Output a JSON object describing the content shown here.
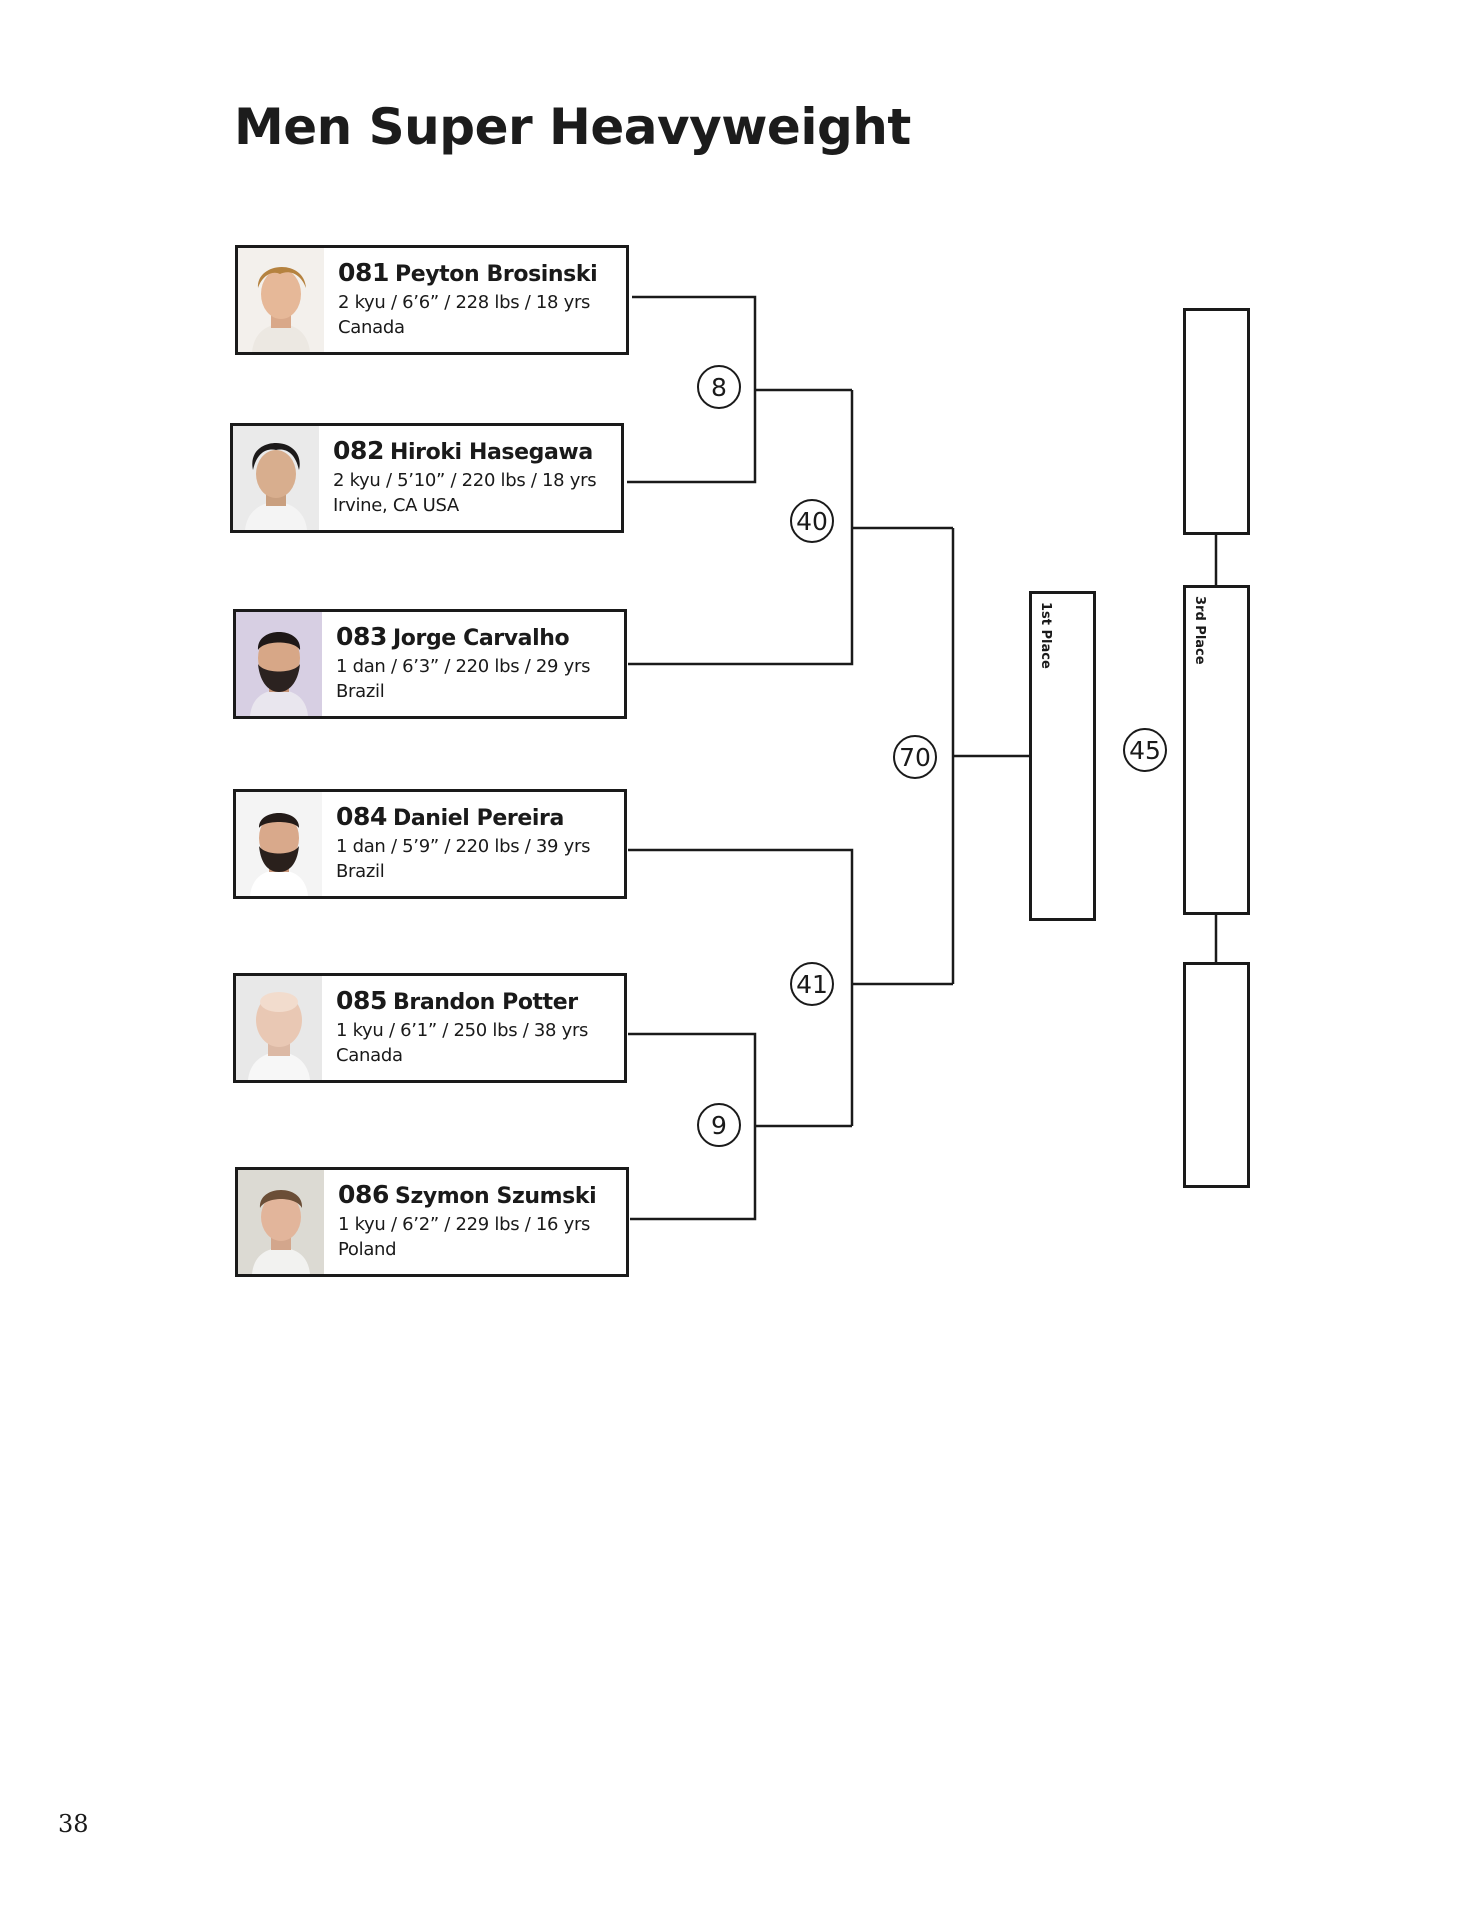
{
  "title": "Men Super Heavyweight",
  "page_number": "38",
  "competitors": [
    {
      "number": "081",
      "name": "Peyton Brosinski",
      "details": "2 kyu / 6’6” / 228 lbs / 18 yrs",
      "location": "Canada"
    },
    {
      "number": "082",
      "name": "Hiroki Hasegawa",
      "details": "2 kyu / 5’10” / 220 lbs / 18 yrs",
      "location": "Irvine, CA USA"
    },
    {
      "number": "083",
      "name": "Jorge Carvalho",
      "details": "1 dan / 6’3” / 220 lbs / 29 yrs",
      "location": "Brazil"
    },
    {
      "number": "084",
      "name": "Daniel Pereira",
      "details": "1 dan / 5’9” / 220 lbs / 39 yrs",
      "location": "Brazil"
    },
    {
      "number": "085",
      "name": "Brandon Potter",
      "details": "1 kyu / 6’1” / 250 lbs / 38 yrs",
      "location": "Canada"
    },
    {
      "number": "086",
      "name": "Szymon Szumski",
      "details": "1 kyu / 6’2” / 229 lbs / 16 yrs",
      "location": "Poland"
    }
  ],
  "matches": {
    "m8": "8",
    "m9": "9",
    "m40": "40",
    "m41": "41",
    "m70": "70",
    "m45": "45"
  },
  "places": {
    "first": "1st Place",
    "third": "3rd Place"
  },
  "colors": {
    "ink": "#1a1a1a",
    "background": "#ffffff"
  }
}
